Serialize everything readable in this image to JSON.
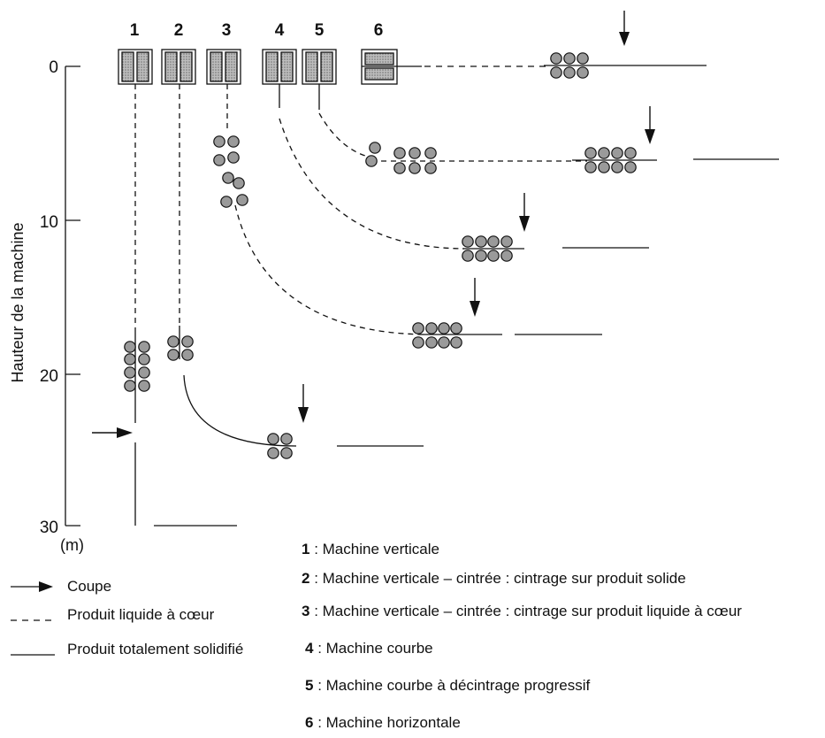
{
  "machine_numbers": [
    "1",
    "2",
    "3",
    "4",
    "5",
    "6"
  ],
  "y_axis": {
    "label": "Hauteur de la machine",
    "unit": "(m)",
    "ticks": [
      "0",
      "10",
      "20",
      "30"
    ]
  },
  "legend": {
    "cut": "Coupe",
    "liquid": "Produit liquide à cœur",
    "solid": "Produit totalement solidifié"
  },
  "machines": [
    {
      "num": "1",
      "sep": " : ",
      "text": "Machine verticale"
    },
    {
      "num": "2",
      "sep": " : ",
      "text": "Machine verticale – cintrée : cintrage sur produit solide"
    },
    {
      "num": "3",
      "sep": " : ",
      "text": "Machine verticale – cintrée : cintrage sur produit liquide à cœur"
    },
    {
      "num": "4",
      "sep": " : ",
      "text": "Machine courbe"
    },
    {
      "num": "5",
      "sep": " : ",
      "text": "Machine courbe à décintrage progressif"
    },
    {
      "num": "6",
      "sep": " : ",
      "text": "Machine horizontale"
    }
  ],
  "colors": {
    "ink": "#111111",
    "fill": "#9a9a9a"
  }
}
